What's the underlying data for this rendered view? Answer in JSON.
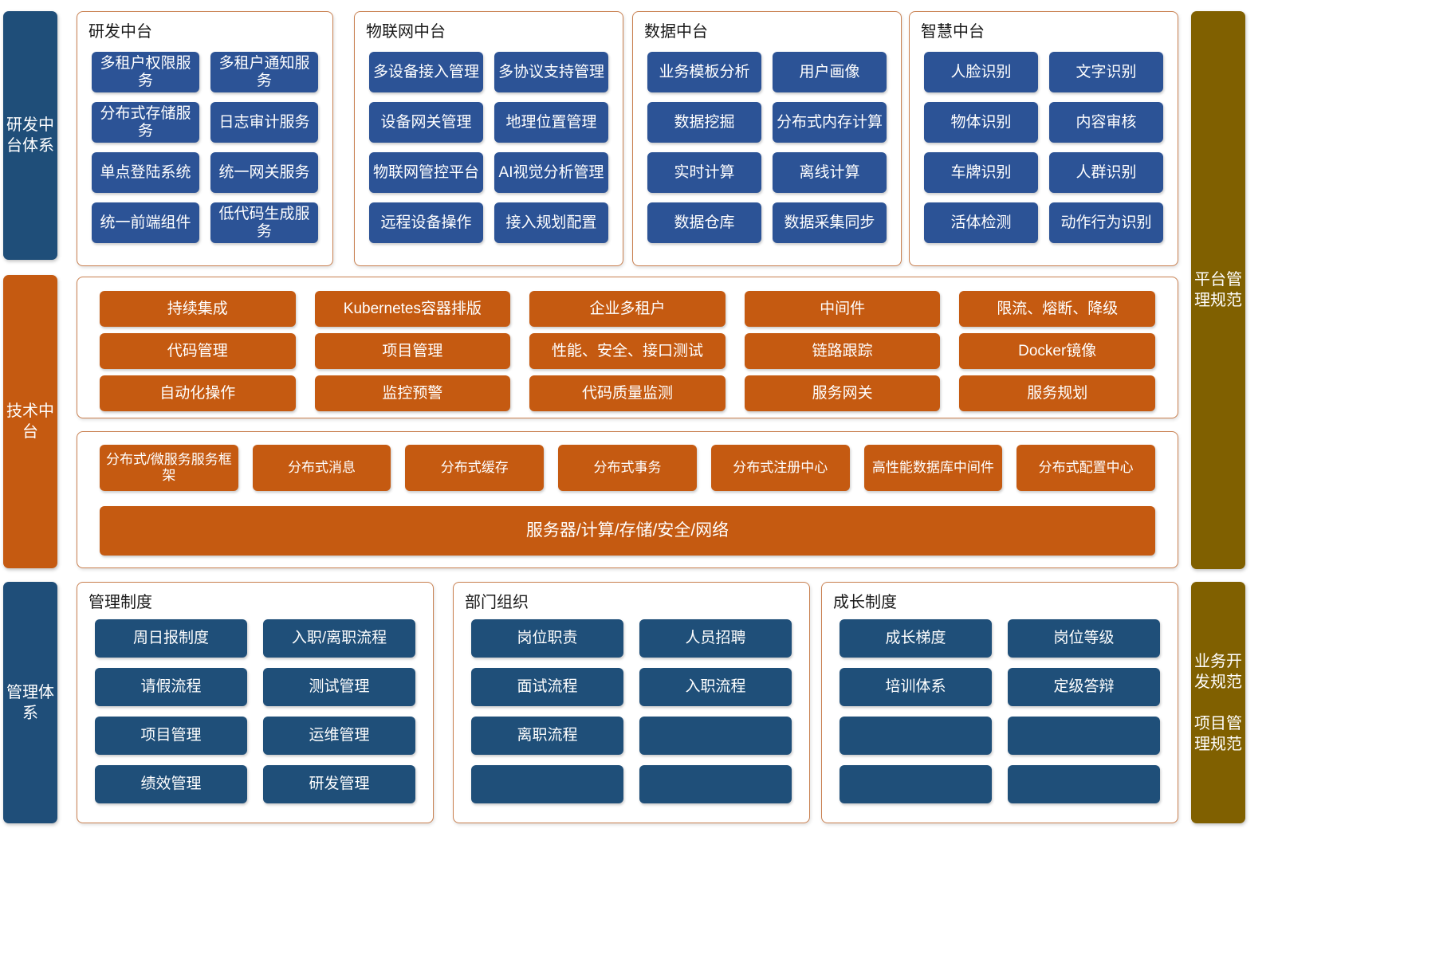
{
  "rails": {
    "left": [
      {
        "label": "研发中台体系",
        "color": "#1f4e79"
      },
      {
        "label": "技术中台",
        "color": "#c55a11"
      },
      {
        "label": "管理体系",
        "color": "#1f4e79"
      }
    ],
    "right_top": {
      "label": "平台管理规范",
      "color": "#806000"
    },
    "right_bottom": {
      "lines": [
        "业务开发规范",
        "项目管理规范"
      ],
      "color": "#806000"
    }
  },
  "top_panels": [
    {
      "title": "研发中台",
      "items": [
        "多租户权限服务",
        "多租户通知服务",
        "分布式存储服务",
        "日志审计服务",
        "单点登陆系统",
        "统一网关服务",
        "统一前端组件",
        "低代码生成服务"
      ]
    },
    {
      "title": "物联网中台",
      "items": [
        "多设备接入管理",
        "多协议支持管理",
        "设备网关管理",
        "地理位置管理",
        "物联网管控平台",
        "AI视觉分析管理",
        "远程设备操作",
        "接入规划配置"
      ]
    },
    {
      "title": "数据中台",
      "items": [
        "业务模板分析",
        "用户画像",
        "数据挖掘",
        "分布式内存计算",
        "实时计算",
        "离线计算",
        "数据仓库",
        "数据采集同步"
      ]
    },
    {
      "title": "智慧中台",
      "items": [
        "人脸识别",
        "文字识别",
        "物体识别",
        "内容审核",
        "车牌识别",
        "人群识别",
        "活体检测",
        "动作行为识别"
      ]
    }
  ],
  "tech_panel": {
    "rows": [
      [
        "持续集成",
        "Kubernetes容器排版",
        "企业多租户",
        "中间件",
        "限流、熔断、降级"
      ],
      [
        "代码管理",
        "项目管理",
        "性能、安全、接口测试",
        "链路跟踪",
        "Docker镜像"
      ],
      [
        "自动化操作",
        "监控预警",
        "代码质量监测",
        "服务网关",
        "服务规划"
      ]
    ]
  },
  "infra_panel": {
    "distributed": [
      "分布式/微服务服务框架",
      "分布式消息",
      "分布式缓存",
      "分布式事务",
      "分布式注册中心",
      "高性能数据库中间件",
      "分布式配置中心"
    ],
    "server_bar": "服务器/计算/存储/安全/网络"
  },
  "bottom_panels": [
    {
      "title": "管理制度",
      "items": [
        "周日报制度",
        "入职/离职流程",
        "请假流程",
        "测试管理",
        "项目管理",
        "运维管理",
        "绩效管理",
        "研发管理"
      ]
    },
    {
      "title": "部门组织",
      "items": [
        "岗位职责",
        "人员招聘",
        "面试流程",
        "入职流程",
        "离职流程",
        "",
        "",
        ""
      ]
    },
    {
      "title": "成长制度",
      "items": [
        "成长梯度",
        "岗位等级",
        "培训体系",
        "定级答辩",
        "",
        "",
        "",
        ""
      ]
    }
  ]
}
